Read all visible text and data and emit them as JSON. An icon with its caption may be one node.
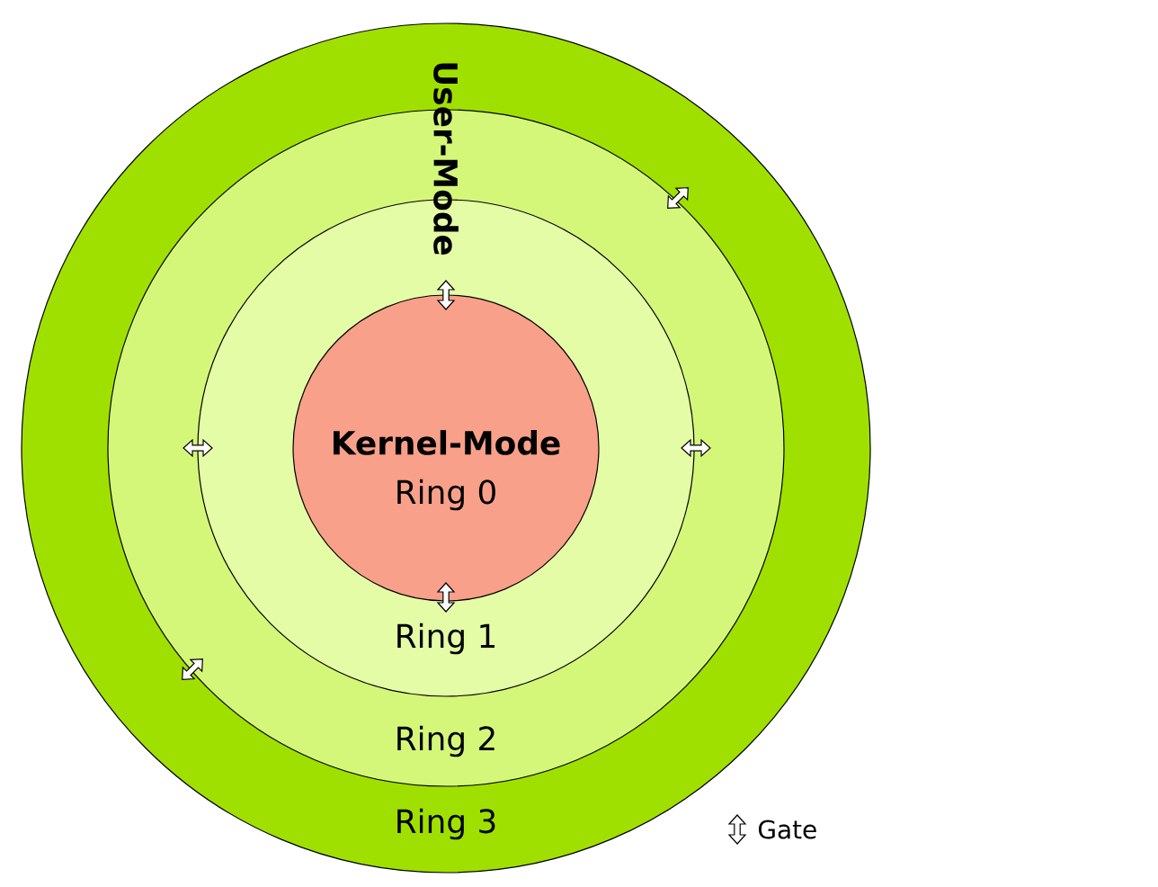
{
  "diagram": {
    "nodes": [
      {
        "text": [
          "Ring 3"
        ]
      },
      {
        "text": [
          "Ring 2"
        ],
        "in": 0
      },
      {
        "text": [
          "Ring 1"
        ],
        "in": 1
      },
      {
        "text": [
          "Kernel-Mode",
          "Ring 0"
        ],
        "in": 2
      }
    ],
    "labels": [
      "User-Mode"
    ],
    "legend": [
      {
        "text": "Gate"
      }
    ]
  }
}
